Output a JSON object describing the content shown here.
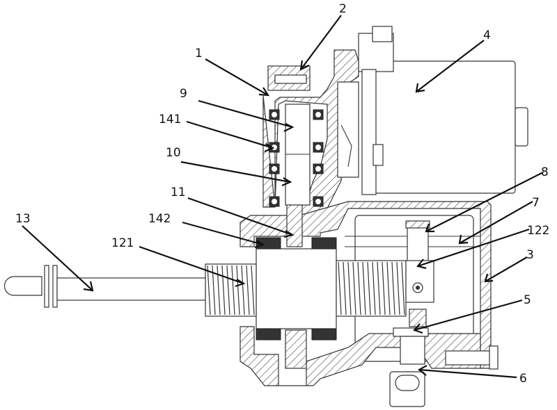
{
  "figure": {
    "type": "mechanical cross-section drawing",
    "callouts": [
      {
        "id": "c1",
        "label": "1"
      },
      {
        "id": "c2",
        "label": "2"
      },
      {
        "id": "c4",
        "label": "4"
      },
      {
        "id": "c9",
        "label": "9"
      },
      {
        "id": "c141",
        "label": "141"
      },
      {
        "id": "c10",
        "label": "10"
      },
      {
        "id": "c11",
        "label": "11"
      },
      {
        "id": "c8",
        "label": "8"
      },
      {
        "id": "c7",
        "label": "7"
      },
      {
        "id": "c13",
        "label": "13"
      },
      {
        "id": "c142",
        "label": "142"
      },
      {
        "id": "c122",
        "label": "122"
      },
      {
        "id": "c121",
        "label": "121"
      },
      {
        "id": "c3",
        "label": "3"
      },
      {
        "id": "c5",
        "label": "5"
      },
      {
        "id": "c6",
        "label": "6"
      }
    ]
  }
}
